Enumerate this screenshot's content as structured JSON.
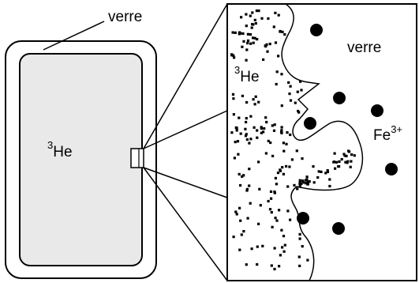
{
  "cell": {
    "wall_label": "verre",
    "gas_label": {
      "sup": "3",
      "base": "He"
    }
  },
  "zoom": {
    "glass_label": "verre",
    "gas_label": {
      "sup": "3",
      "base": "He"
    },
    "ion_label": {
      "base": "Fe",
      "sup": "3+"
    }
  },
  "colors": {
    "cell_fill": "#e9e9e9",
    "stroke": "#000000",
    "background": "#ffffff"
  }
}
